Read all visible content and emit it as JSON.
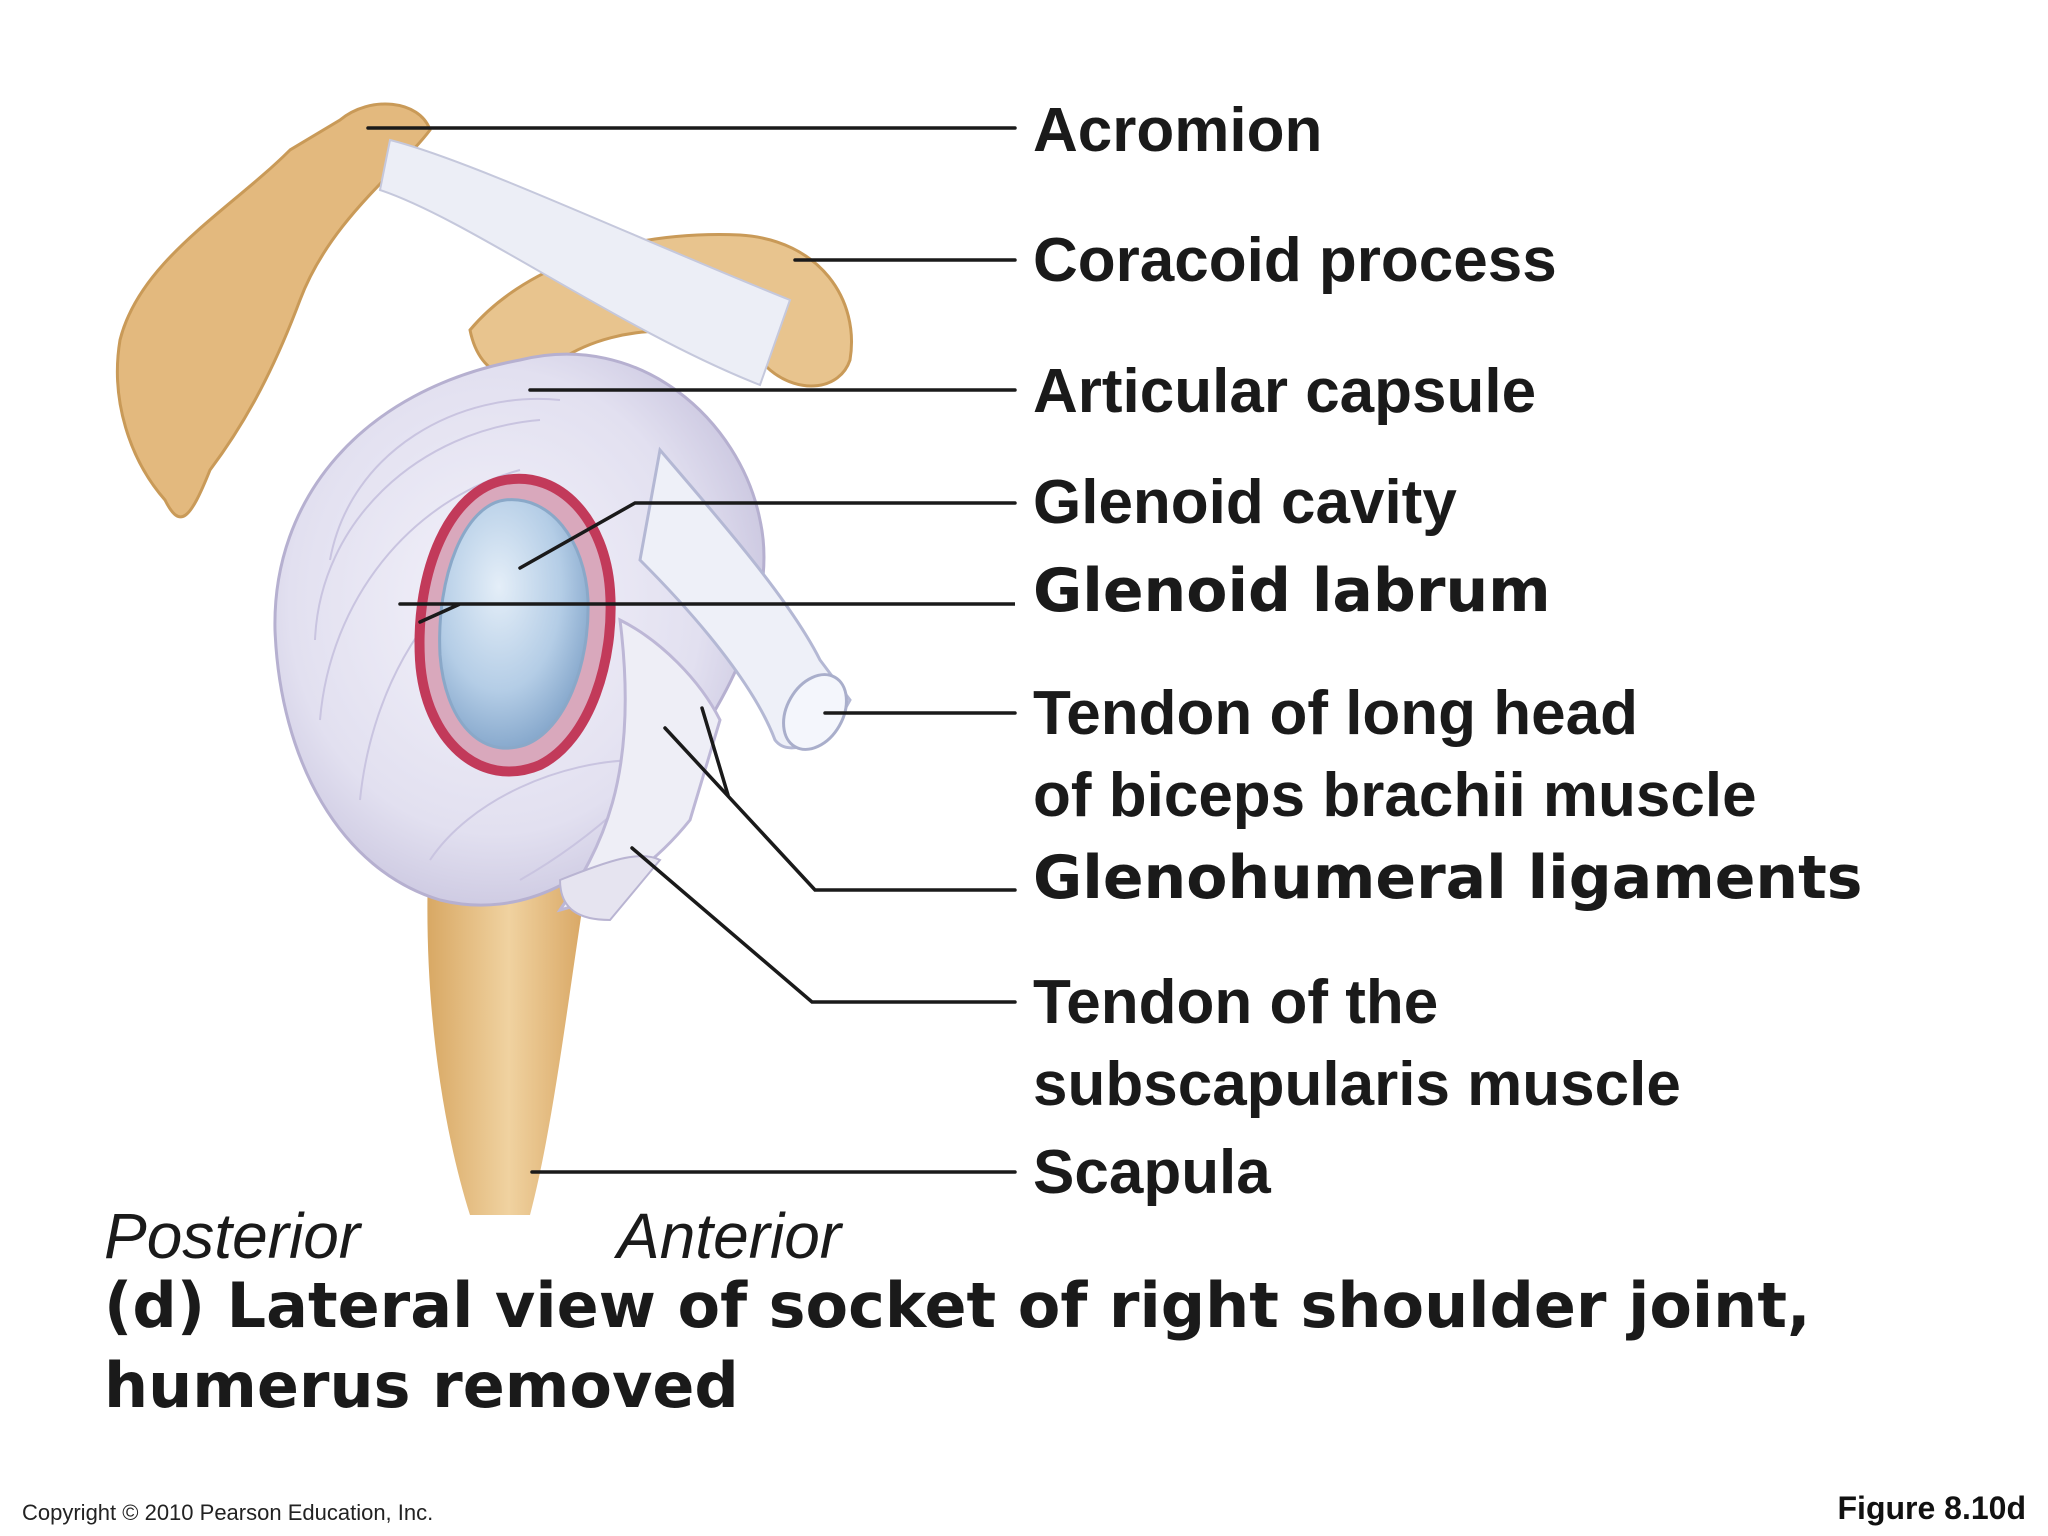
{
  "labels": {
    "acromion": "Acromion",
    "coracoid_process": "Coracoid process",
    "articular_capsule": "Articular capsule",
    "glenoid_cavity": "Glenoid cavity",
    "glenoid_labrum": "Glenoid labrum",
    "biceps_tendon_line1": "Tendon of long head",
    "biceps_tendon_line2": "of biceps brachii muscle",
    "glenohumeral_ligaments": "Glenohumeral ligaments",
    "subscapularis_line1": "Tendon of the",
    "subscapularis_line2": "subscapularis muscle",
    "scapula": "Scapula"
  },
  "orientation": {
    "posterior": "Posterior",
    "anterior": "Anterior"
  },
  "caption": {
    "line1": "(d) Lateral view of socket of right shoulder joint,",
    "line2": "humerus removed"
  },
  "footer": {
    "copyright": "Copyright © 2010 Pearson Education, Inc.",
    "figure_number": "Figure 8.10d"
  },
  "colors": {
    "bone": "#e3b97e",
    "capsule": "#e8e8f4",
    "cartilage": "#aac6e0",
    "labrum": "#c23a5a",
    "leader_line": "#1a1a1a"
  }
}
